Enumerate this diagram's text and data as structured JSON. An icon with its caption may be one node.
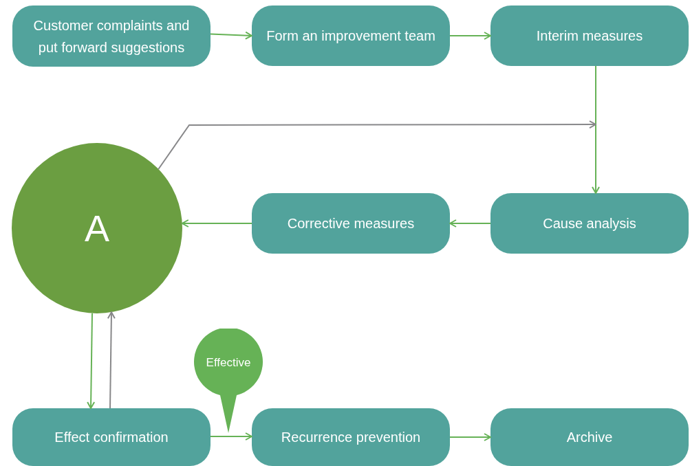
{
  "diagram": {
    "nodes": [
      {
        "text": [
          "Customer complaints and put forward suggestions"
        ]
      },
      {
        "text": [
          "Form an improvement team"
        ]
      },
      {
        "text": [
          "Interim measures"
        ]
      },
      {
        "text": [
          "Cause analysis"
        ]
      },
      {
        "text": [
          "Corrective measures"
        ]
      },
      {
        "text": [
          "A"
        ]
      },
      {
        "text": [
          "Effect confirmation"
        ]
      },
      {
        "text": [
          "Recurrence prevention"
        ]
      },
      {
        "text": [
          "Archive"
        ]
      },
      {
        "text": [
          "Effective"
        ]
      }
    ],
    "edges": [
      {
        "from": 0,
        "to": 1,
        "arrow": "to"
      },
      {
        "from": 1,
        "to": 2,
        "arrow": "to"
      },
      {
        "from": 2,
        "to": 3,
        "arrow": "to"
      },
      {
        "from": 3,
        "to": 4,
        "arrow": "to"
      },
      {
        "from": 4,
        "to": 5,
        "arrow": "to"
      },
      {
        "from": 5,
        "to": 6,
        "arrow": "to"
      },
      {
        "from": 6,
        "to": 5,
        "arrow": "to",
        "color": "#88888a"
      },
      {
        "from": 5,
        "to": null,
        "arrow": "to",
        "color": "#88888a"
      },
      {
        "from": 6,
        "to": 7,
        "arrow": "to"
      },
      {
        "from": 7,
        "to": 8,
        "arrow": "to"
      }
    ]
  }
}
